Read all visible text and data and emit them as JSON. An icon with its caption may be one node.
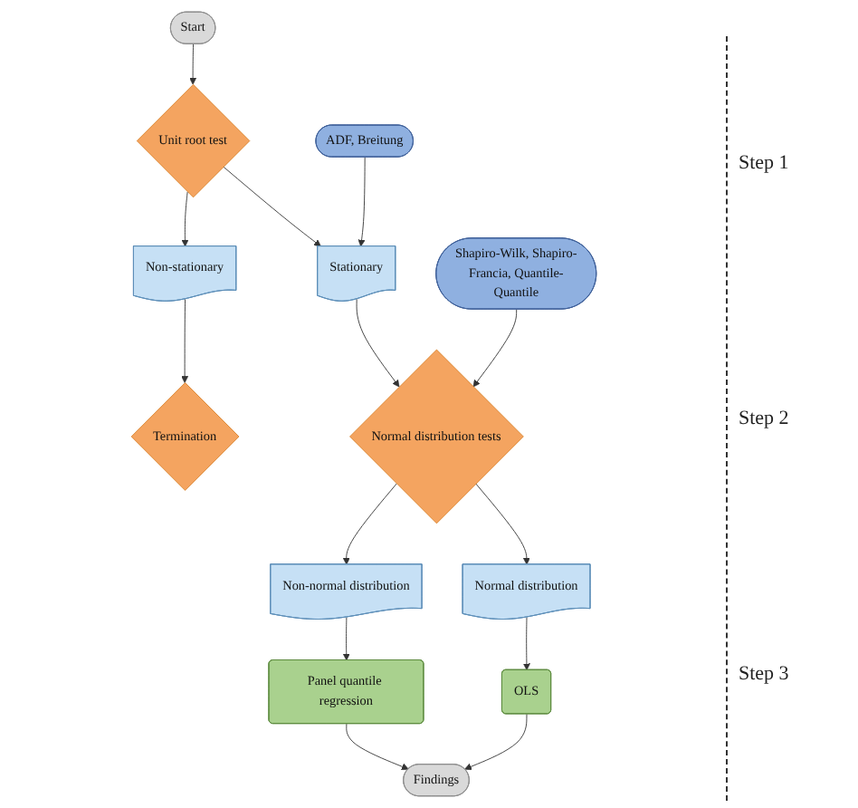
{
  "diagram": {
    "nodes": [
      {
        "text": [
          "Start"
        ]
      },
      {
        "text": [
          "Unit root test"
        ]
      },
      {
        "text": [
          "Non-stationary"
        ]
      },
      {
        "text": [
          "Stationary"
        ]
      },
      {
        "text": [
          "ADF, Breitung"
        ]
      },
      {
        "text": [
          "Termination"
        ]
      },
      {
        "text": [
          "Shapiro-Wilk, Shapiro-Francia, Quantile-Quantile"
        ]
      },
      {
        "text": [
          "Normal distribution tests"
        ]
      },
      {
        "text": [
          "Non-normal distribution"
        ]
      },
      {
        "text": [
          "Normal distribution"
        ]
      },
      {
        "text": [
          "Panel quantile regression"
        ]
      },
      {
        "text": [
          "OLS"
        ]
      },
      {
        "text": [
          "Findings"
        ]
      }
    ],
    "edges": [
      {
        "from": 0,
        "to": 1,
        "arrow": "to"
      },
      {
        "from": 1,
        "to": 2,
        "arrow": "to"
      },
      {
        "from": 1,
        "to": 3,
        "arrow": "to"
      },
      {
        "from": 4,
        "to": 3,
        "arrow": "to"
      },
      {
        "from": 2,
        "to": 5,
        "arrow": "to"
      },
      {
        "from": 3,
        "to": 7,
        "arrow": "to"
      },
      {
        "from": 6,
        "to": 7,
        "arrow": "to"
      },
      {
        "from": 7,
        "to": 8,
        "arrow": "to"
      },
      {
        "from": 7,
        "to": 9,
        "arrow": "to"
      },
      {
        "from": 8,
        "to": 10,
        "arrow": "to"
      },
      {
        "from": 9,
        "to": 11,
        "arrow": "to"
      },
      {
        "from": 10,
        "to": 12,
        "arrow": "to"
      },
      {
        "from": 11,
        "to": 12,
        "arrow": "to"
      }
    ],
    "labels": [
      "Step 1",
      "Step 2",
      "Step 3"
    ]
  }
}
